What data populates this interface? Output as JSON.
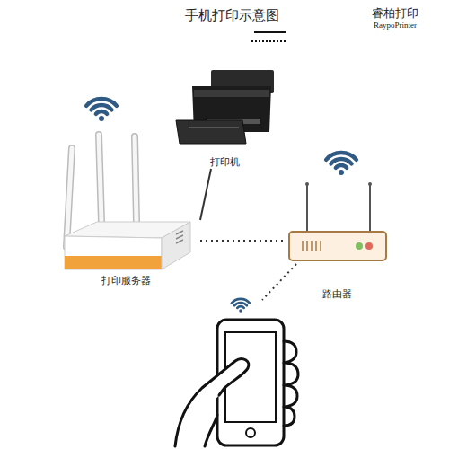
{
  "diagram": {
    "title": "手机打印示意图",
    "nodes": [
      {
        "text": [
          "打印机"
        ]
      },
      {
        "text": [
          "打印服务器"
        ]
      },
      {
        "text": [
          "路由器"
        ]
      }
    ],
    "edges": [
      {
        "from": 0,
        "to": 1,
        "arrow": "none"
      },
      {
        "from": 1,
        "to": 2,
        "arrow": "none"
      }
    ],
    "labels": [
      "睿柏打印",
      "RaypoPrinter"
    ]
  }
}
